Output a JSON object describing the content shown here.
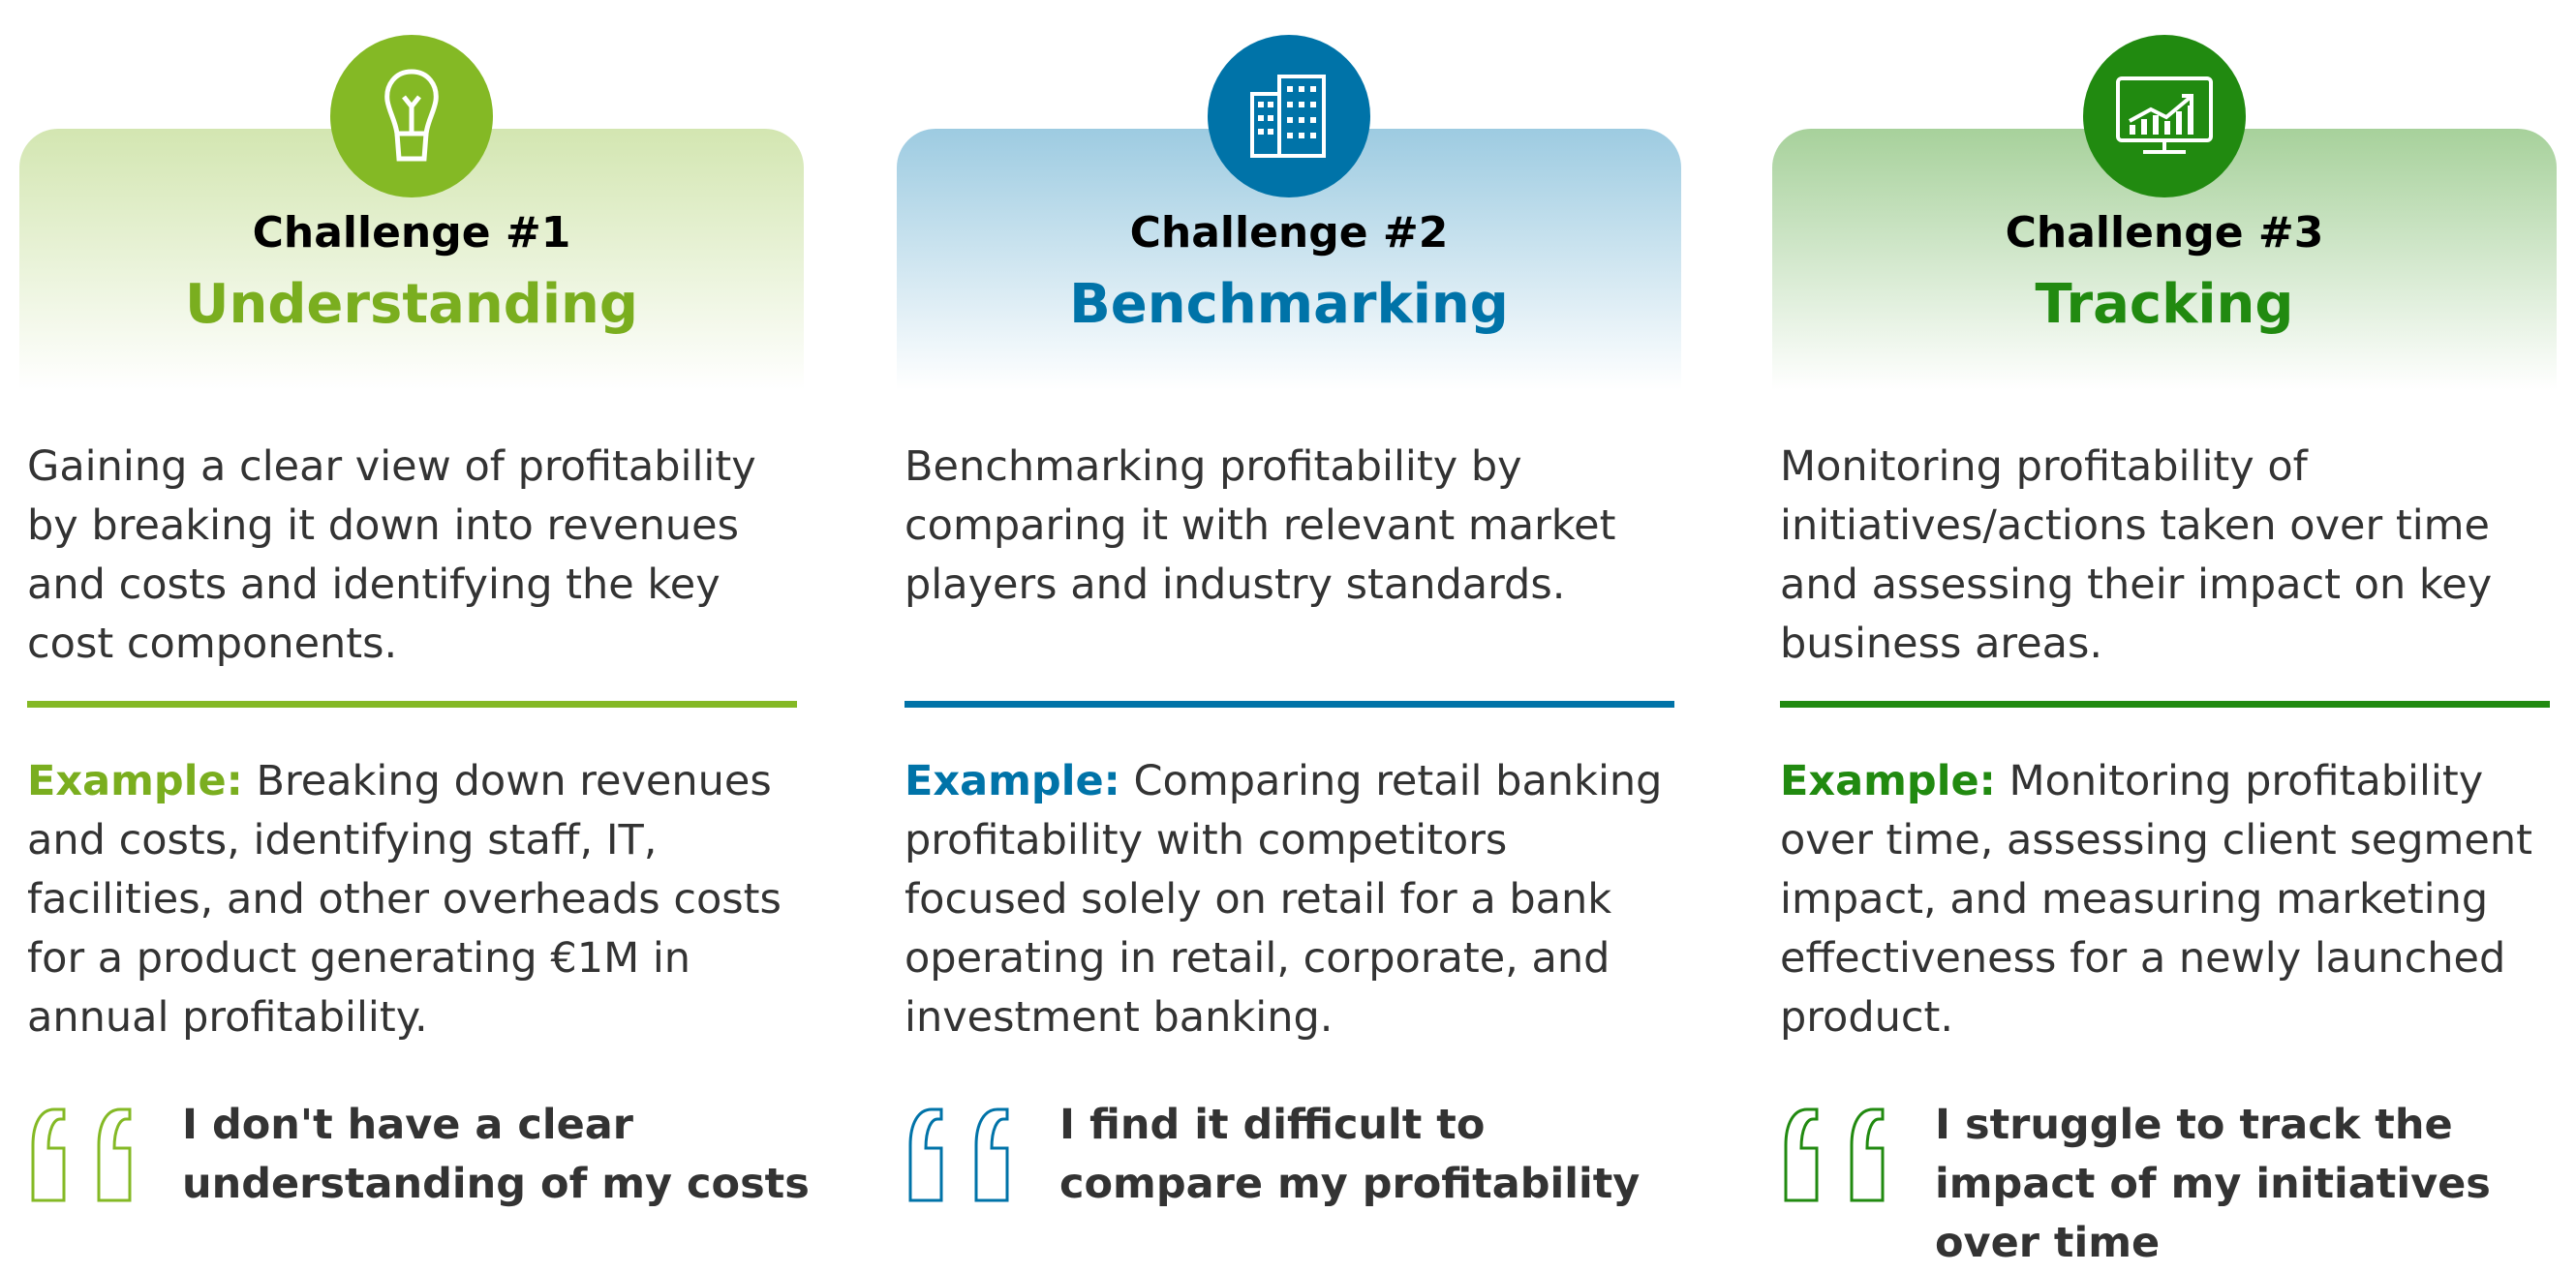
{
  "colors": {
    "c1": "#84b925",
    "c2": "#0073a8",
    "c3": "#218a10"
  },
  "challenges": [
    {
      "icon": "lightbulb-icon",
      "title": "Challenge #1",
      "name": "Understanding",
      "description": "Gaining a clear view of profitability by breaking it down into revenues and costs and identifying the key cost components.",
      "example_label": "Example:",
      "example": "Breaking down revenues and costs, identifying staff, IT, facilities, and other overheads costs for a product generating €1M in annual profitability.",
      "quote": "I don't have a clear understanding of my costs"
    },
    {
      "icon": "building-icon",
      "title": "Challenge #2",
      "name": "Benchmarking",
      "description": "Benchmarking profitability by comparing it with relevant market players and industry standards.",
      "example_label": "Example:",
      "example": "Comparing retail banking profitability with competitors focused solely on retail for a bank operating in retail, corporate, and investment banking.",
      "quote": "I find it difficult to compare my profitability"
    },
    {
      "icon": "chart-monitor-icon",
      "title": "Challenge #3",
      "name": "Tracking",
      "description": "Monitoring profitability of initiatives/actions taken over time and assessing their impact on key business areas.",
      "example_label": "Example:",
      "example": "Monitoring profitability over time, assessing client segment impact, and measuring marketing effectiveness for a newly launched product.",
      "quote": "I struggle to track the impact of my initiatives over time"
    }
  ]
}
